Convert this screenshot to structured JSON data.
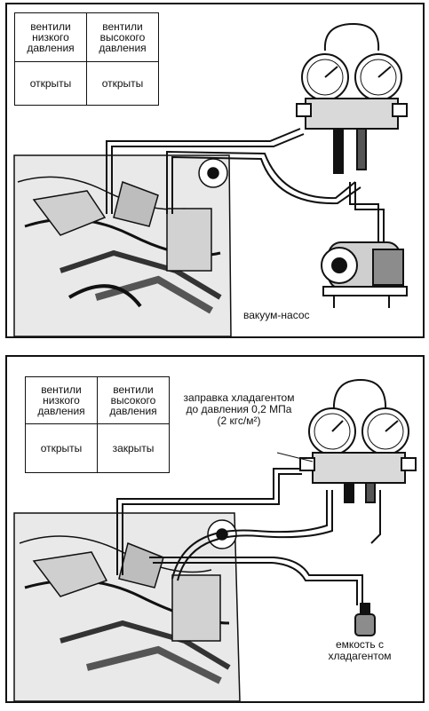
{
  "panel_top": {
    "table": {
      "header_low": "вентили низкого давления",
      "header_high": "вентили высокого давления",
      "value_low": "открыты",
      "value_high": "открыты"
    },
    "pump_label": "вакуум-насос"
  },
  "panel_bottom": {
    "table": {
      "header_low": "вентили низкого давления",
      "header_high": "вентили высокого давления",
      "value_low": "открыты",
      "value_high": "закрыты"
    },
    "charge_label": "заправка хладагентом до давления 0,2 МПа (2 кгс/м²)",
    "container_label": "емкость с хладагентом"
  },
  "colors": {
    "ink": "#111111",
    "paper": "#ffffff",
    "shade": "#6b6b6b"
  }
}
